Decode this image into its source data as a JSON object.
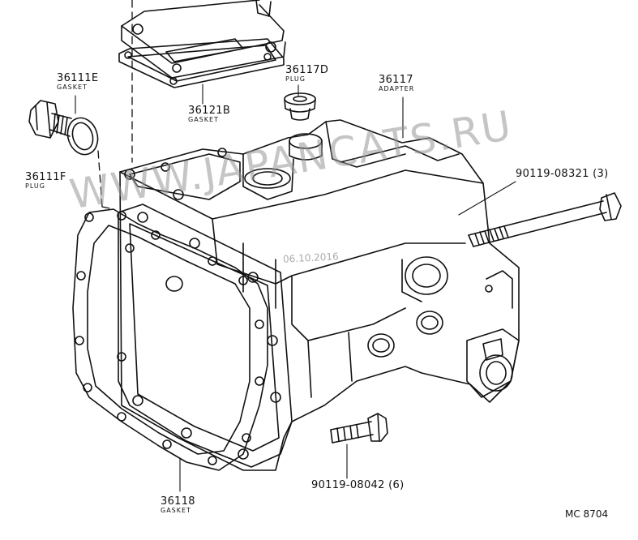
{
  "labels": {
    "gasket_top_left": {
      "number": "36111E",
      "name": "GASKET"
    },
    "plug_left": {
      "number": "36111F",
      "name": "PLUG"
    },
    "plug_top": {
      "number": "36117D",
      "name": "PLUG"
    },
    "gasket_cover": {
      "number": "36121B",
      "name": "GASKET"
    },
    "adapter": {
      "number": "36117",
      "name": "ADAPTER"
    },
    "bolt_long": {
      "number": "90119-08321 (3)"
    },
    "bolt_short": {
      "number": "90119-08042 (6)"
    },
    "gasket_bottom": {
      "number": "36118",
      "name": "GASKET"
    }
  },
  "watermark": {
    "text": "WWW.JAPANCATS.RU",
    "date": "06.10.2016"
  },
  "diagram_code": "MC 8704"
}
